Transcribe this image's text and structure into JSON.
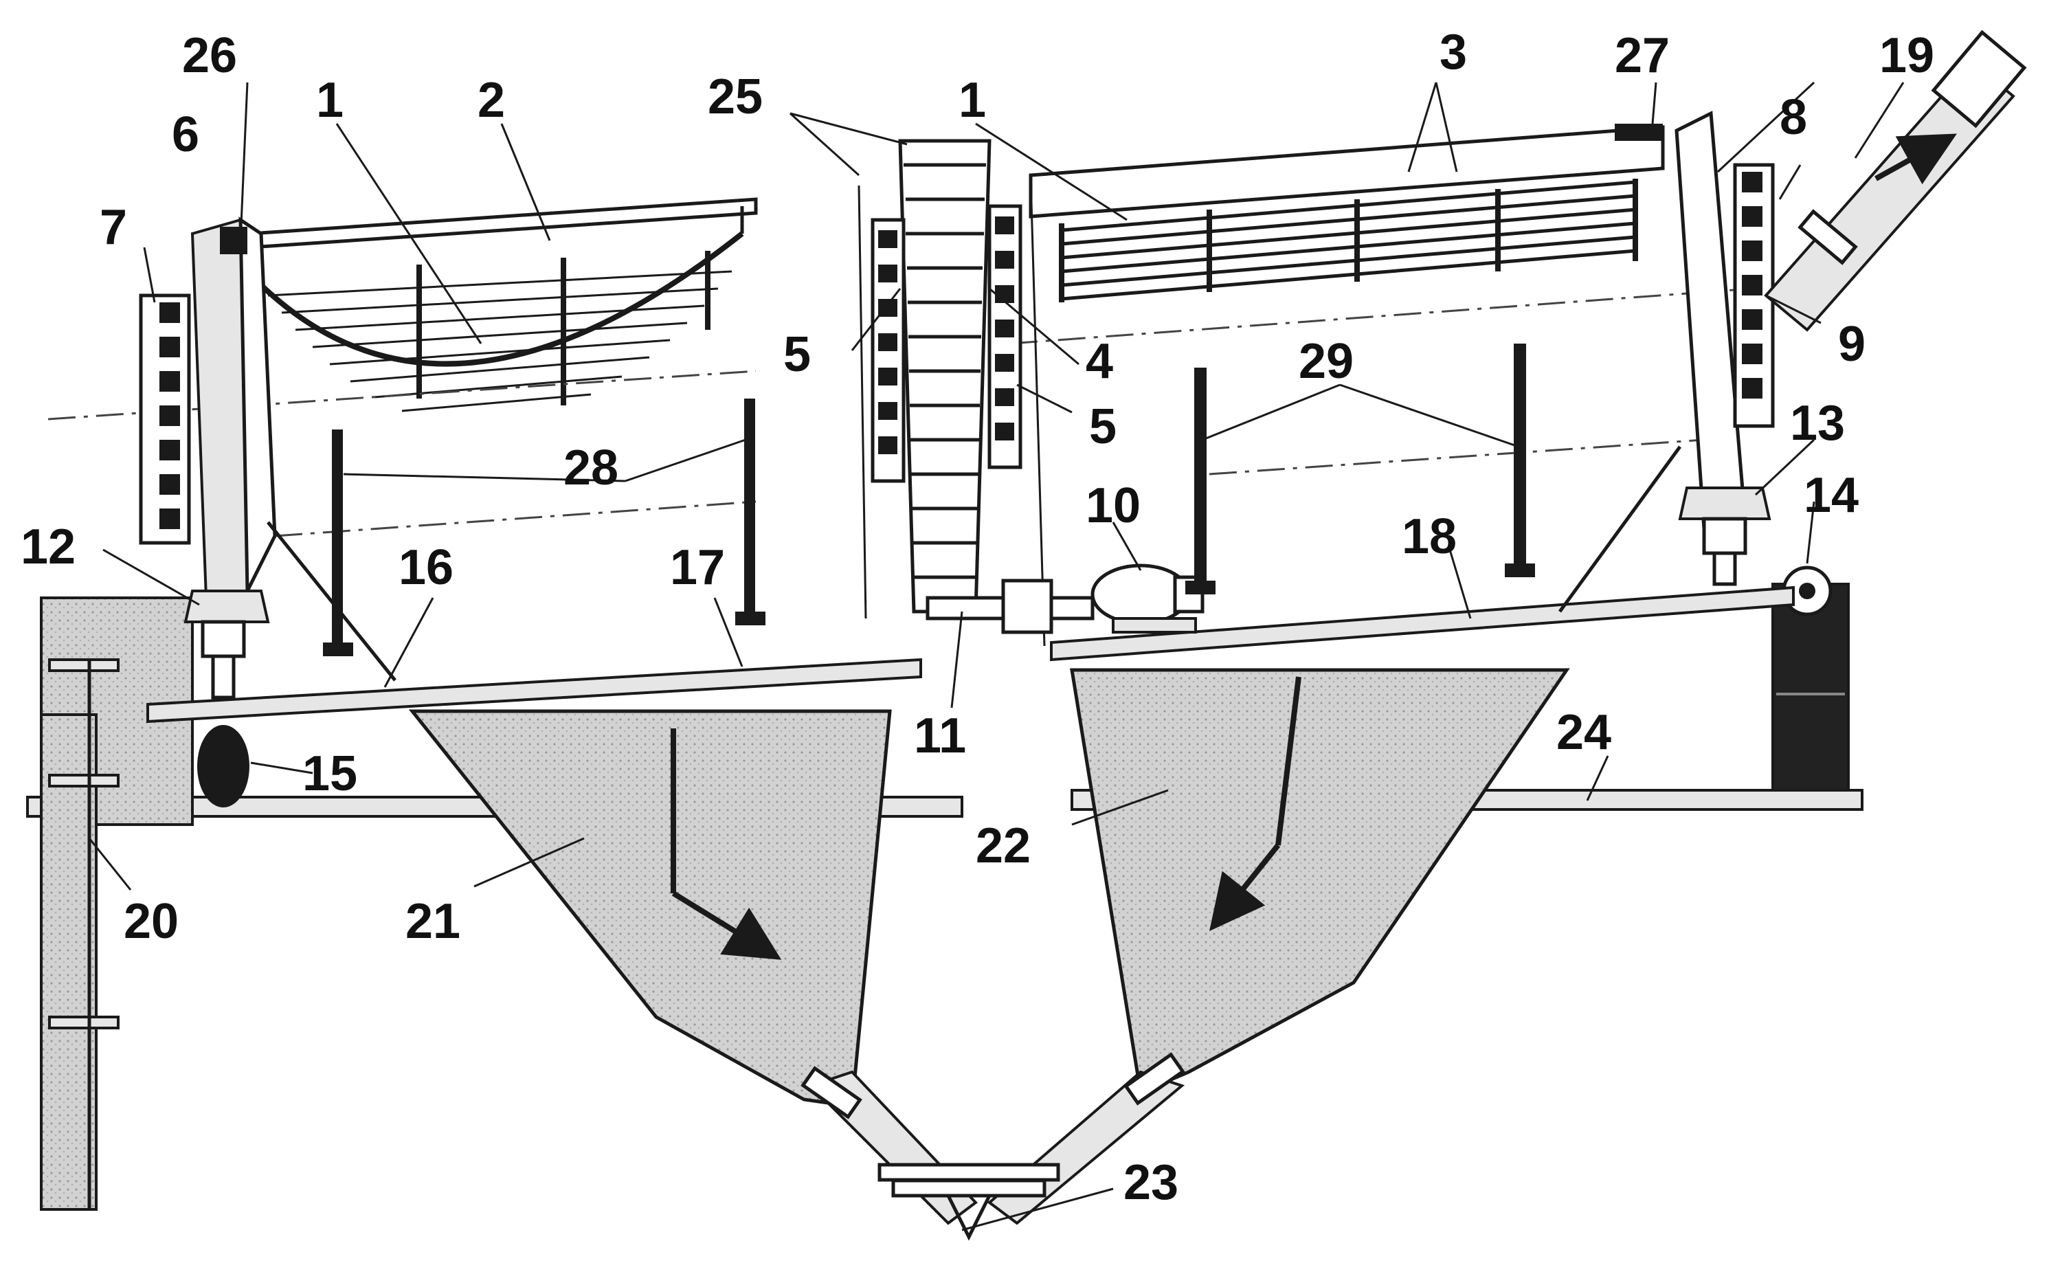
{
  "labels": {
    "l1a": "1",
    "l1b": "1",
    "l2": "2",
    "l3": "3",
    "l4": "4",
    "l5a": "5",
    "l5b": "5",
    "l6": "6",
    "l7": "7",
    "l8": "8",
    "l9": "9",
    "l10": "10",
    "l11": "11",
    "l12": "12",
    "l13": "13",
    "l14": "14",
    "l15": "15",
    "l16": "16",
    "l17": "17",
    "l18": "18",
    "l19": "19",
    "l20": "20",
    "l21": "21",
    "l22": "22",
    "l23": "23",
    "l24": "24",
    "l25": "25",
    "l26": "26",
    "l27": "27",
    "l28": "28",
    "l29": "29"
  }
}
